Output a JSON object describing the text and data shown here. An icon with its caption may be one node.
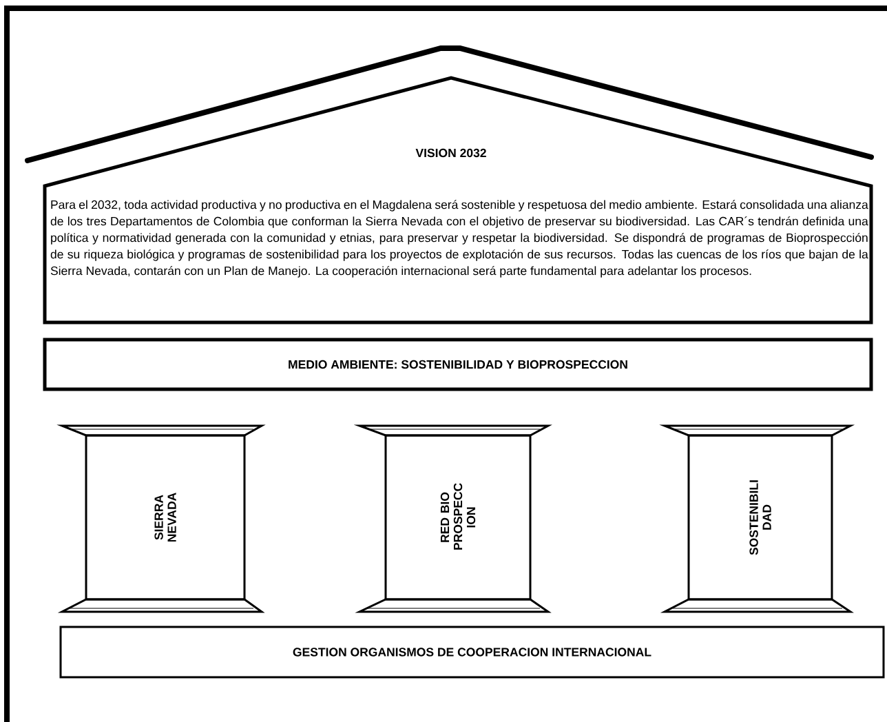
{
  "diagram": {
    "nodes": [
      {
        "text": [
          "VISION 2032",
          "Para el 2032, toda actividad productiva y no productiva en el Magdalena será sostenible y respetuosa del medio ambiente. Estará consolidada una alianza de los tres Departamentos de Colombia que conforman la Sierra Nevada con el objetivo de preservar su biodiversidad. Las CAR´s tendrán definida una política y normatividad generada con la comunidad y etnias, para preservar y respetar la biodiversidad. Se dispondrá de  programas de Bioprospección de su riqueza biológica y programas de sostenibilidad para los proyectos de explotación  de sus recursos. Todas las cuencas de los ríos que bajan de la Sierra Nevada, contarán con un Plan de Manejo. La cooperación internacional será parte fundamental para adelantar los procesos."
        ]
      },
      {
        "text": [
          "MEDIO  AMBIENTE: SOSTENIBILIDAD Y BIOPROSPECCION"
        ]
      },
      {
        "text": [
          "SIERRA NEVADA"
        ]
      },
      {
        "text": [
          "RED BIO PROSPECC ION"
        ]
      },
      {
        "text": [
          "SOSTENIBILI DAD"
        ]
      },
      {
        "text": [
          "GESTION  ORGANISMOS DE COOPERACION INTERNACIONAL"
        ]
      }
    ]
  }
}
